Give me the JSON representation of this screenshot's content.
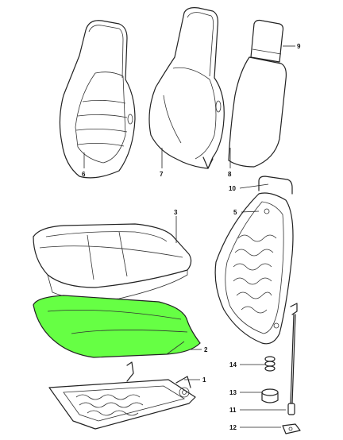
{
  "figure": {
    "highlight_color": "#66ff44",
    "line_color": "#222222",
    "callouts": [
      "6",
      "7",
      "8",
      "9",
      "10",
      "5",
      "3",
      "2",
      "1",
      "14",
      "13",
      "11",
      "12"
    ]
  }
}
